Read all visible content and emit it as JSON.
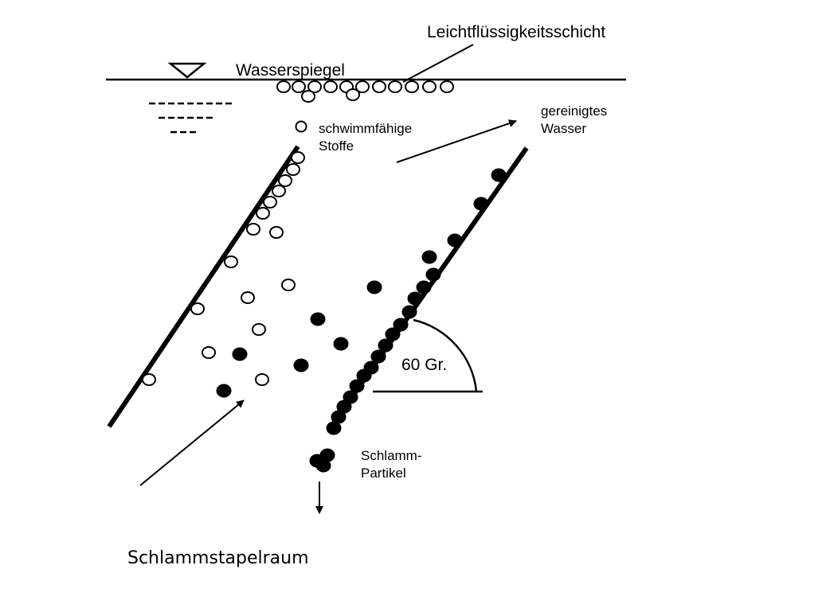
{
  "labels": {
    "light_liquid_layer": "Leichtflüssigkeitsschicht",
    "water_level": "Wasserspiegel",
    "floatables_line1": "schwimmfähige",
    "floatables_line2": "Stoffe",
    "clean_water_line1": "gereinigtes",
    "clean_water_line2": "Wasser",
    "angle": "60 Gr.",
    "sludge_line1": "Schlamm-",
    "sludge_line2": "Partikel",
    "sludge_storage": "Schlammstapelraum"
  },
  "colors": {
    "ink": "#000000",
    "background": "#ffffff"
  }
}
